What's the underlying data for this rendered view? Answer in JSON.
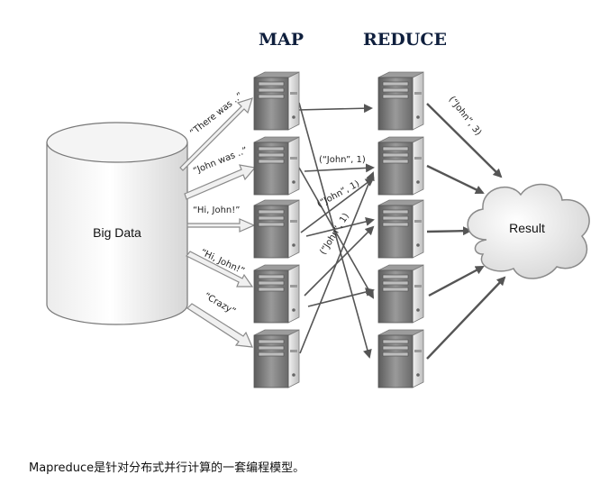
{
  "headers": {
    "map": "MAP",
    "reduce": "REDUCE"
  },
  "source": {
    "label": "Big Data"
  },
  "inputs": [
    "“There was ..”",
    "“John was ..”",
    "“Hi, John!”",
    "“Hi, John!”",
    "“Crazy”"
  ],
  "intermediate": [
    "(“John”, 1)",
    "(“John”, 1)",
    "(“John”, 1)"
  ],
  "reduce_output": "(“John”, 3)",
  "result": {
    "label": "Result"
  },
  "caption": "Mapreduce是针对分布式并行计算的一套编程模型。",
  "colors": {
    "arrow": "#555555",
    "server_dark": "#6e6e6e",
    "server_light": "#d8d8d8",
    "cloud": "#e6e6e6"
  },
  "icons": {
    "server": "server-icon",
    "database": "database-cylinder-icon",
    "cloud": "cloud-icon"
  }
}
